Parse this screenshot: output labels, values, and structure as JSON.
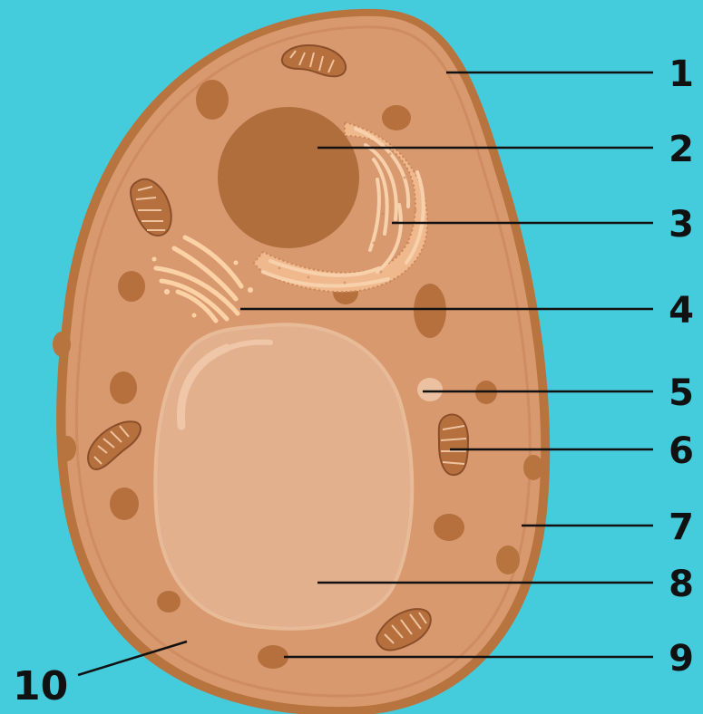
{
  "colors": {
    "background": "#45ccdc",
    "cell_wall": "#b8743f",
    "cytoplasm": "#d9996f",
    "nucleus": "#b06e3c",
    "vacuole": "#e3b08d",
    "organelle": "#b5703e",
    "er": "#f0b98d",
    "golgi": "#fbd2a6"
  },
  "labels": [
    "1",
    "2",
    "3",
    "4",
    "5",
    "6",
    "7",
    "8",
    "9",
    "10"
  ]
}
